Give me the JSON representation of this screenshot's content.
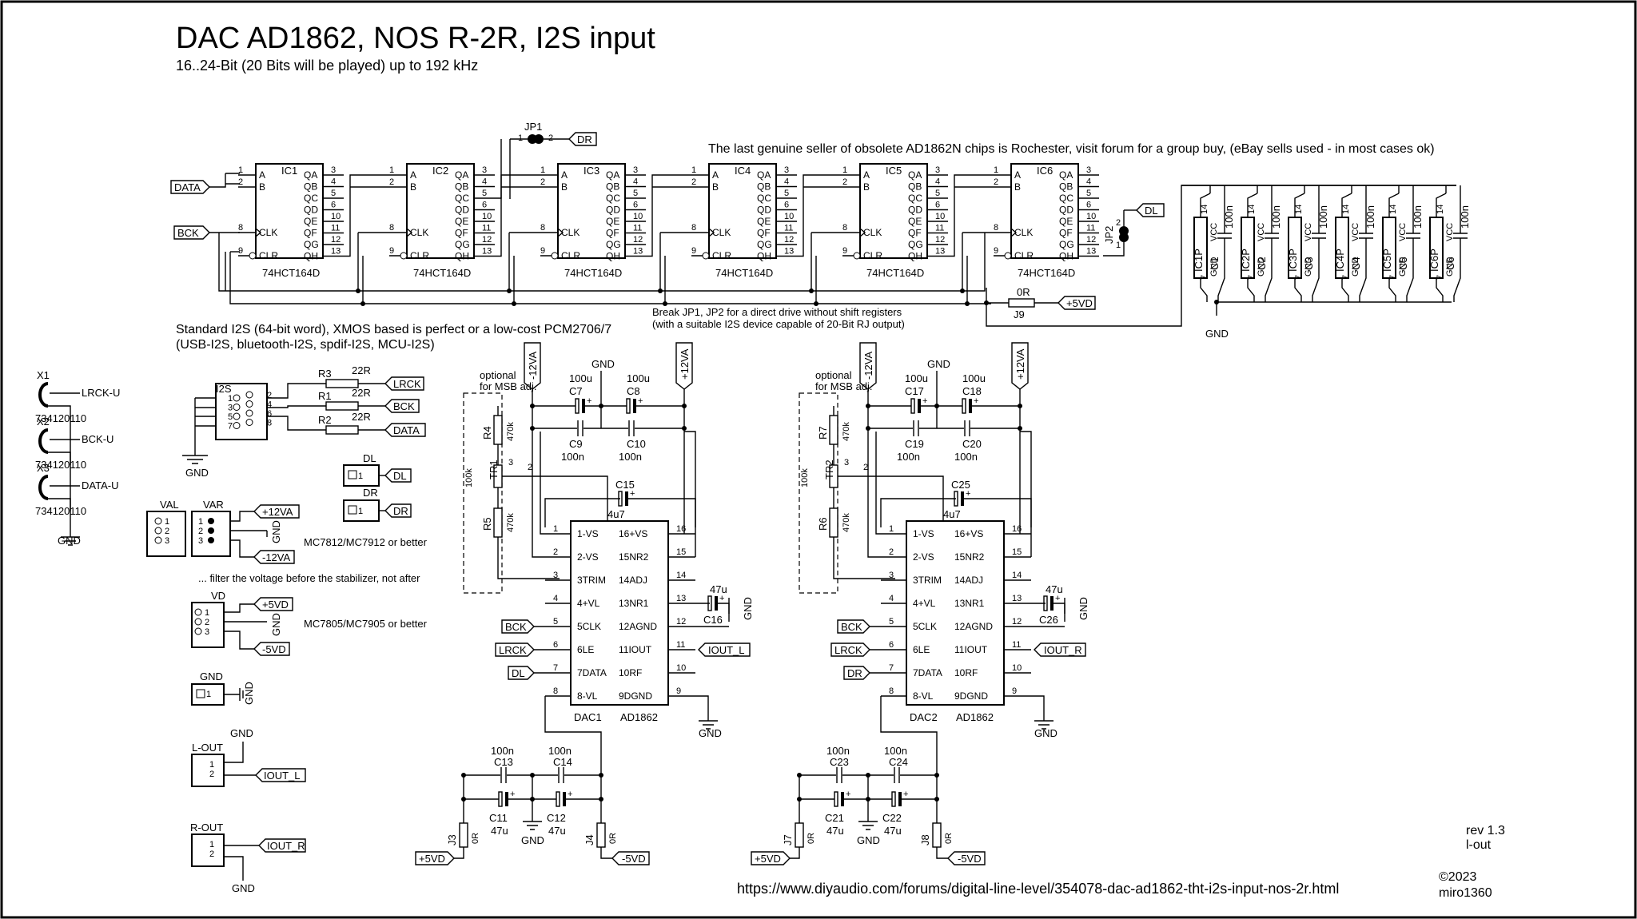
{
  "title": "DAC AD1862, NOS R-2R, I2S input",
  "subtitle": "16..24-Bit (20 Bits will be played) up to 192 kHz",
  "note_seller": "The last genuine seller of obsolete AD1862N chips is Rochester, visit forum for a group buy, (eBay sells used - in most cases ok)",
  "note_jumpers_1": "Break JP1, JP2 for a direct drive without shift registers",
  "note_jumpers_2": "(with a suitable I2S device capable of 20-Bit RJ output)",
  "note_i2s_1": "Standard I2S (64-bit word), XMOS based is perfect or a low-cost PCM2706/7",
  "note_i2s_2": "(USB-I2S, bluetooth-I2S, spdif-I2S, MCU-I2S)",
  "note_reg_12": "MC7812/MC7912 or better",
  "note_filter": "... filter the voltage before the stabilizer, not after",
  "note_reg_5": "MC7805/MC7905 or better",
  "url": "https://www.diyaudio.com/forums/digital-line-level/354078-dac-ad1862-tht-i2s-input-nos-2r.html",
  "revision": "rev 1.3",
  "rev_sub": "l-out",
  "copyright": "©2023",
  "author": "miro1360",
  "shift_registers": {
    "part": "74HCT164D",
    "names": [
      "IC1",
      "IC2",
      "IC3",
      "IC4",
      "IC5",
      "IC6"
    ],
    "left_pins": [
      "A",
      "B",
      "CLK",
      "CLR"
    ],
    "left_pin_nums": [
      "1",
      "2",
      "8",
      "9"
    ],
    "right_pins": [
      "QA",
      "QB",
      "QC",
      "QD",
      "QE",
      "QF",
      "QG",
      "QH"
    ],
    "right_pin_nums": [
      "3",
      "4",
      "5",
      "6",
      "10",
      "11",
      "12",
      "13"
    ]
  },
  "nets": {
    "data": "DATA",
    "bck": "BCK",
    "lrck": "LRCK",
    "dr": "DR",
    "dl": "DL",
    "p5vd": "+5VD",
    "m5vd": "-5VD",
    "p12va": "+12VA",
    "m12va": "-12VA",
    "gnd": "GND",
    "iout_l": "IOUT_L",
    "iout_r": "IOUT_R"
  },
  "jumpers": {
    "jp1": "JP1",
    "jp2": "JP2",
    "j9": "J9",
    "j9_val": "0R",
    "pin1": "1",
    "pin2": "2",
    "j3": "J3",
    "j4": "J4",
    "j7": "J7",
    "j8": "J8",
    "zero": "0R"
  },
  "decoupling": {
    "power_labels": [
      "IC1P",
      "IC2P",
      "IC3P",
      "IC4P",
      "IC5P",
      "IC6P"
    ],
    "caps": [
      "C1",
      "C2",
      "C3",
      "C4",
      "C5",
      "C6"
    ],
    "value": "100n",
    "vcc": "VCC",
    "gnd_pin": "GND",
    "pin14": "14",
    "pin7": "7"
  },
  "connectors": {
    "x1": "X1",
    "x2": "X2",
    "x3": "X3",
    "x_part": "734120110",
    "x1_net": "LRCK-U",
    "x2_net": "BCK-U",
    "x3_net": "DATA-U",
    "i2s": "I2S",
    "i2s_pins_left": [
      "1",
      "3",
      "5",
      "7"
    ],
    "i2s_pins_right": [
      "2",
      "4",
      "6",
      "8"
    ],
    "r3": "R3",
    "r1": "R1",
    "r2": "R2",
    "r_val": "22R",
    "dl_conn": "DL",
    "dr_conn": "DR",
    "val": "VAL",
    "var": "VAR",
    "vd": "VD",
    "gnd_conn": "GND",
    "lout": "L-OUT",
    "rout": "R-OUT",
    "p1": "1",
    "p2": "2",
    "p3": "3"
  },
  "dac_left": {
    "name": "DAC1",
    "part": "AD1862",
    "left_pins": [
      "1-VS",
      "2-VS",
      "3TRIM",
      "4+VL",
      "5CLK",
      "6LE",
      "7DATA",
      "8-VL"
    ],
    "right_pins": [
      "16+VS",
      "15NR2",
      "14ADJ",
      "13NR1",
      "12AGND",
      "11IOUT",
      "10RF",
      "9DGND"
    ],
    "left_nums": [
      "1",
      "2",
      "3",
      "4",
      "5",
      "6",
      "7",
      "8"
    ],
    "right_nums": [
      "16",
      "15",
      "14",
      "13",
      "12",
      "11",
      "10",
      "9"
    ],
    "optional_1": "optional",
    "optional_2": "for MSB adj.",
    "r_top": "R4",
    "r_bot": "R5",
    "r_val": "470k",
    "trim": "TR1",
    "trim_val": "100k",
    "c_el1": "C7",
    "c_el2": "C8",
    "c_el_val": "100u",
    "c_f1": "C9",
    "c_f2": "C10",
    "c_f_val": "100n",
    "c_mid": "C15",
    "c_mid_val": "4u7",
    "c_nr": "C16",
    "c_nr_val": "47u",
    "c_b1": "C13",
    "c_b2": "C14",
    "c_b_val": "100n",
    "c_e1": "C11",
    "c_e2": "C12",
    "c_e_val": "47u",
    "data_net": "DL",
    "out_net": "IOUT_L",
    "j_left": "J3",
    "j_right": "J4"
  },
  "dac_right": {
    "name": "DAC2",
    "part": "AD1862",
    "optional_1": "optional",
    "optional_2": "for MSB adj.",
    "r_top": "R7",
    "r_bot": "R6",
    "r_val": "470k",
    "trim": "TR2",
    "trim_val": "100k",
    "c_el1": "C17",
    "c_el2": "C18",
    "c_el_val": "100u",
    "c_f1": "C19",
    "c_f2": "C20",
    "c_f_val": "100n",
    "c_mid": "C25",
    "c_mid_val": "4u7",
    "c_nr": "C26",
    "c_nr_val": "47u",
    "c_b1": "C23",
    "c_b2": "C24",
    "c_b_val": "100n",
    "c_e1": "C21",
    "c_e2": "C22",
    "c_e_val": "47u",
    "data_net": "DR",
    "out_net": "IOUT_R",
    "j_left": "J7",
    "j_right": "J8"
  }
}
